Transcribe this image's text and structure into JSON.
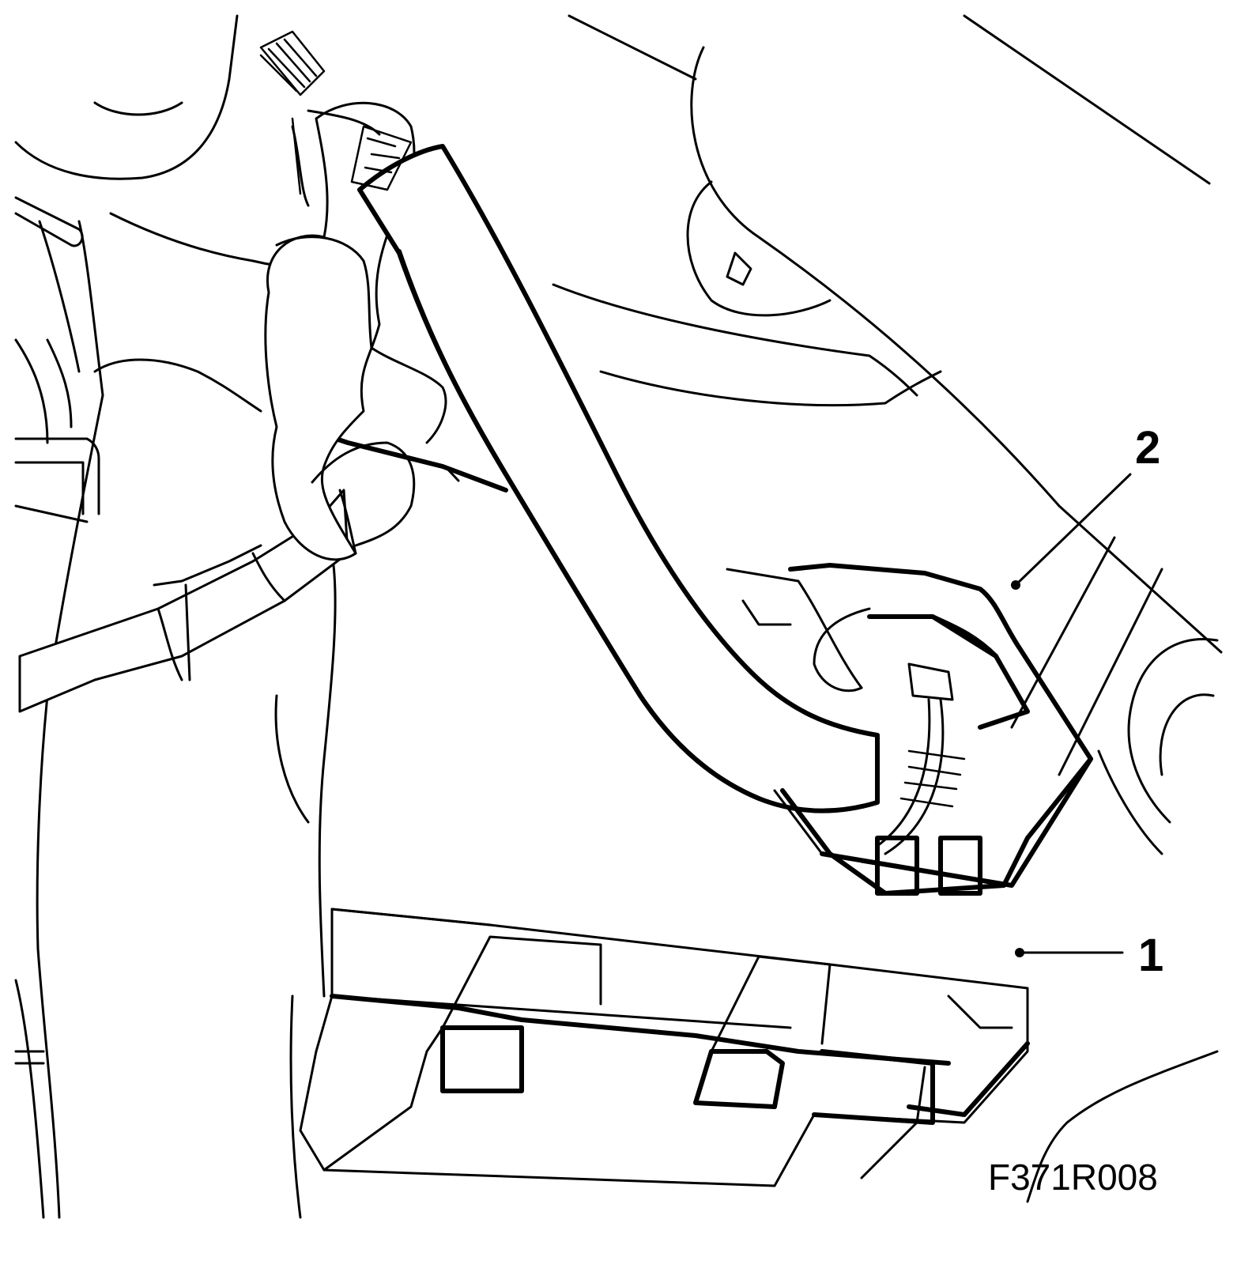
{
  "callouts": [
    {
      "label": "1"
    },
    {
      "label": "2"
    }
  ],
  "figure_code": "F371R008"
}
